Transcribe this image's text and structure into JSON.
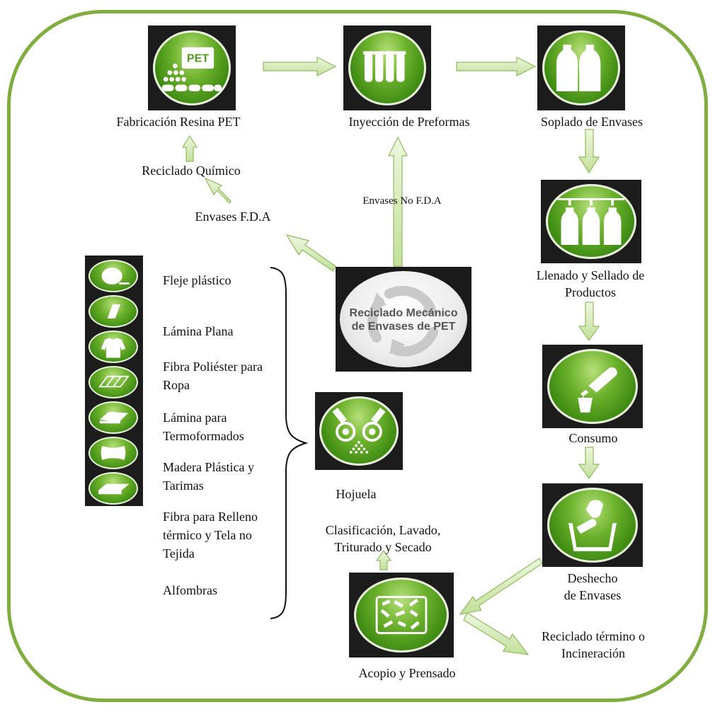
{
  "stages": {
    "resina": "Fabricación Resina PET",
    "preformas": "Inyección de Preformas",
    "soplado": "Soplado de Envases",
    "quimico": "Reciclado Químico",
    "envases_no_fda": "Envases No F.D.A",
    "envases_fda": "Envases F.D.A",
    "llenado_1": "Llenado y Sellado de",
    "llenado_2": "Productos",
    "consumo": "Consumo",
    "deshecho_1": "Deshecho",
    "deshecho_2": "de Envases",
    "hojuela": "Hojuela",
    "clasificacion_1": "Clasificación, Lavado,",
    "clasificacion_2": "Triturado y Secado",
    "acopio": "Acopio y Prensado",
    "termico_1": "Reciclado término o",
    "termico_2": "Incineración"
  },
  "icons": {
    "pet_label": "PET",
    "mecanico_1": "Reciclado Mecánico",
    "mecanico_2": "de Envases de PET"
  },
  "products": [
    {
      "line1": "Fleje plástico",
      "line2": "",
      "line3": "",
      "icon": "coil-icon"
    },
    {
      "line1": "Lámina Plana",
      "line2": "",
      "line3": "",
      "icon": "sheet-icon"
    },
    {
      "line1": "Fibra Poliéster para",
      "line2": "Ropa",
      "line3": "",
      "icon": "shirt-icon"
    },
    {
      "line1": "Lámina para",
      "line2": "Termoformados",
      "line3": "",
      "icon": "tray-icon"
    },
    {
      "line1": "Madera Plástica y",
      "line2": "Tarimas",
      "line3": "",
      "icon": "pallet-icon"
    },
    {
      "line1": "Fibra para Relleno",
      "line2": "térmico y Tela no",
      "line3": "Tejida",
      "icon": "pillow-icon"
    },
    {
      "line1": "Alfombras",
      "line2": "",
      "line3": "",
      "icon": "carpet-icon"
    }
  ],
  "colors": {
    "frame": "#7fae3e",
    "icon_green": "#4e9e1c",
    "arrow_fill": "#d8ebbc",
    "arrow_stroke": "#8fbd5a",
    "tile_bg": "#1c1c1c"
  }
}
